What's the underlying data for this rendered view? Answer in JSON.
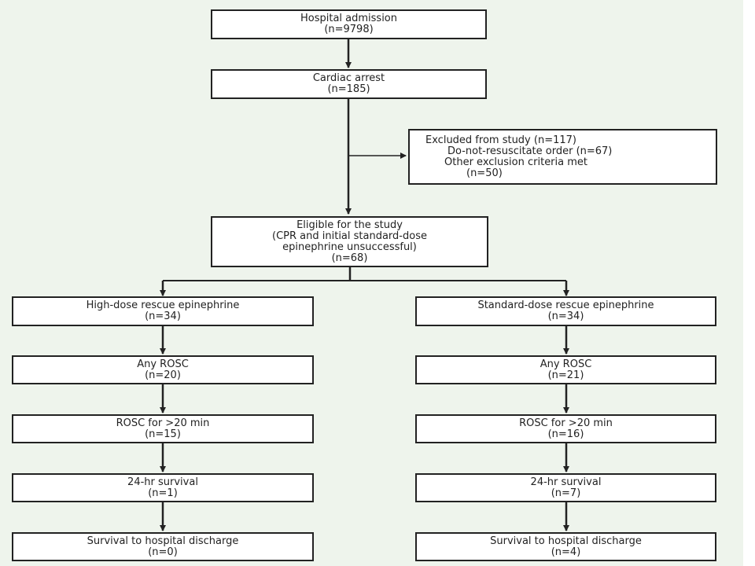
{
  "admission": {
    "line1": "Hospital admission",
    "line2": "(n=9798)"
  },
  "arrest": {
    "line1": "Cardiac arrest",
    "line2": "(n=185)"
  },
  "excluded": {
    "line1": "Excluded from study (n=117)",
    "line2": "Do-not-resuscitate order (n=67)",
    "line3": "Other exclusion criteria met",
    "line4": "(n=50)"
  },
  "eligible": {
    "line1": "Eligible for the study",
    "line2": "(CPR and initial standard-dose",
    "line3": "epinephrine unsuccessful)",
    "line4": "(n=68)"
  },
  "high_dose": {
    "arm": {
      "line1": "High-dose rescue epinephrine",
      "line2": "(n=34)"
    },
    "rosc": {
      "line1": "Any ROSC",
      "line2": "(n=20)"
    },
    "rosc20": {
      "line1": "ROSC for >20 min",
      "line2": "(n=15)"
    },
    "survival24": {
      "line1": "24-hr survival",
      "line2": "(n=1)"
    },
    "discharge": {
      "line1": "Survival to hospital discharge",
      "line2": "(n=0)"
    }
  },
  "standard_dose": {
    "arm": {
      "line1": "Standard-dose rescue epinephrine",
      "line2": "(n=34)"
    },
    "rosc": {
      "line1": "Any ROSC",
      "line2": "(n=21)"
    },
    "rosc20": {
      "line1": "ROSC for >20 min",
      "line2": "(n=16)"
    },
    "survival24": {
      "line1": "24-hr survival",
      "line2": "(n=7)"
    },
    "discharge": {
      "line1": "Survival to hospital discharge",
      "line2": "(n=4)"
    }
  },
  "colors": {
    "background": "#eef4ec",
    "box": "#ffffff",
    "line": "#222222"
  }
}
